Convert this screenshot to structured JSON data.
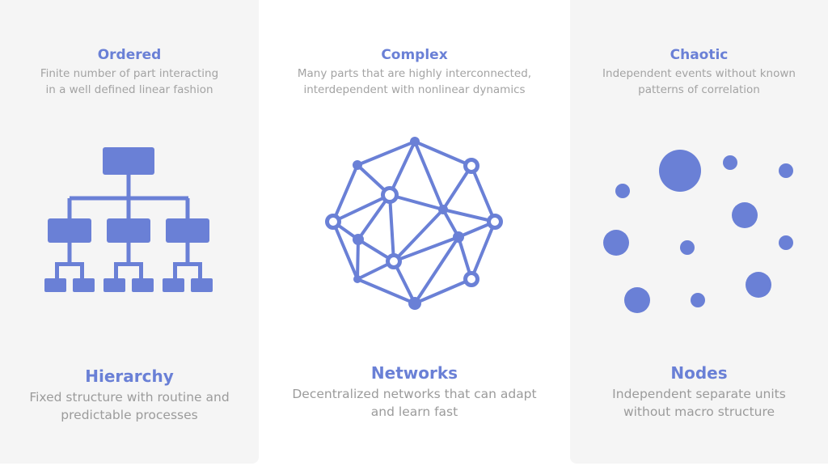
{
  "accent": "#6a80d6",
  "columns": [
    {
      "top_title": "Ordered",
      "top_desc": [
        "Finite number of part interacting",
        "in a well defined linear fashion"
      ],
      "bottom_title": "Hierarchy",
      "bottom_desc": [
        "Fixed structure with routine and",
        "predictable processes"
      ],
      "icon": "hierarchy-icon"
    },
    {
      "top_title": "Complex",
      "top_desc": [
        "Many parts that are highly interconnected,",
        "interdependent with nonlinear dynamics"
      ],
      "bottom_title": "Networks",
      "bottom_desc": [
        "Decentralized networks that can adapt",
        "and learn fast"
      ],
      "icon": "network-icon"
    },
    {
      "top_title": "Chaotic",
      "top_desc": [
        "Independent events without known",
        "patterns of correlation"
      ],
      "bottom_title": "Nodes",
      "bottom_desc": [
        "Independent separate units",
        "without macro structure"
      ],
      "icon": "scattered-nodes-icon"
    }
  ]
}
